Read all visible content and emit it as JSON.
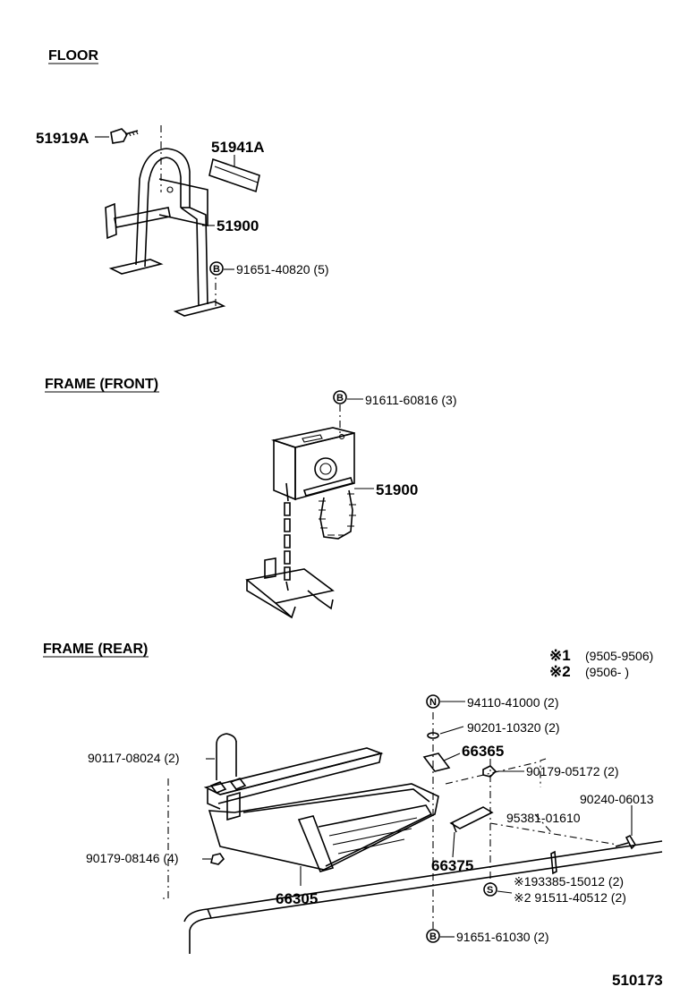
{
  "sections": {
    "floor": "FLOOR",
    "frame_front": "FRAME (FRONT)",
    "frame_rear": "FRAME (REAR)"
  },
  "floor": {
    "p1": "51919A",
    "p2": "51941A",
    "p3": "51900",
    "p4": "91651-40820 (5)",
    "p4_code": "B"
  },
  "front": {
    "p1": "91611-60816 (3)",
    "p1_code": "B",
    "p2": "51900"
  },
  "rear": {
    "legend1_mark": "※1",
    "legend1_range": "(9505-9506)",
    "legend2_mark": "※2",
    "legend2_range": "(9506-        )",
    "p_94110": "94110-41000 (2)",
    "p_94110_code": "N",
    "p_90201": "90201-10320 (2)",
    "p_66365": "66365",
    "p_90179_05172": "90179-05172 (2)",
    "p_90240": "90240-06013",
    "p_90117": "90117-08024 (2)",
    "p_95381": "95381-01610",
    "p_90179_08146": "90179-08146 (4)",
    "p_66375": "66375",
    "p_93385": "※193385-15012 (2)",
    "p_91511": "※2 91511-40512 (2)",
    "p_91511_code": "S",
    "p_66305": "66305",
    "p_91651_61030": "91651-61030 (2)",
    "p_91651_61030_code": "B"
  },
  "figure_id": "510173"
}
